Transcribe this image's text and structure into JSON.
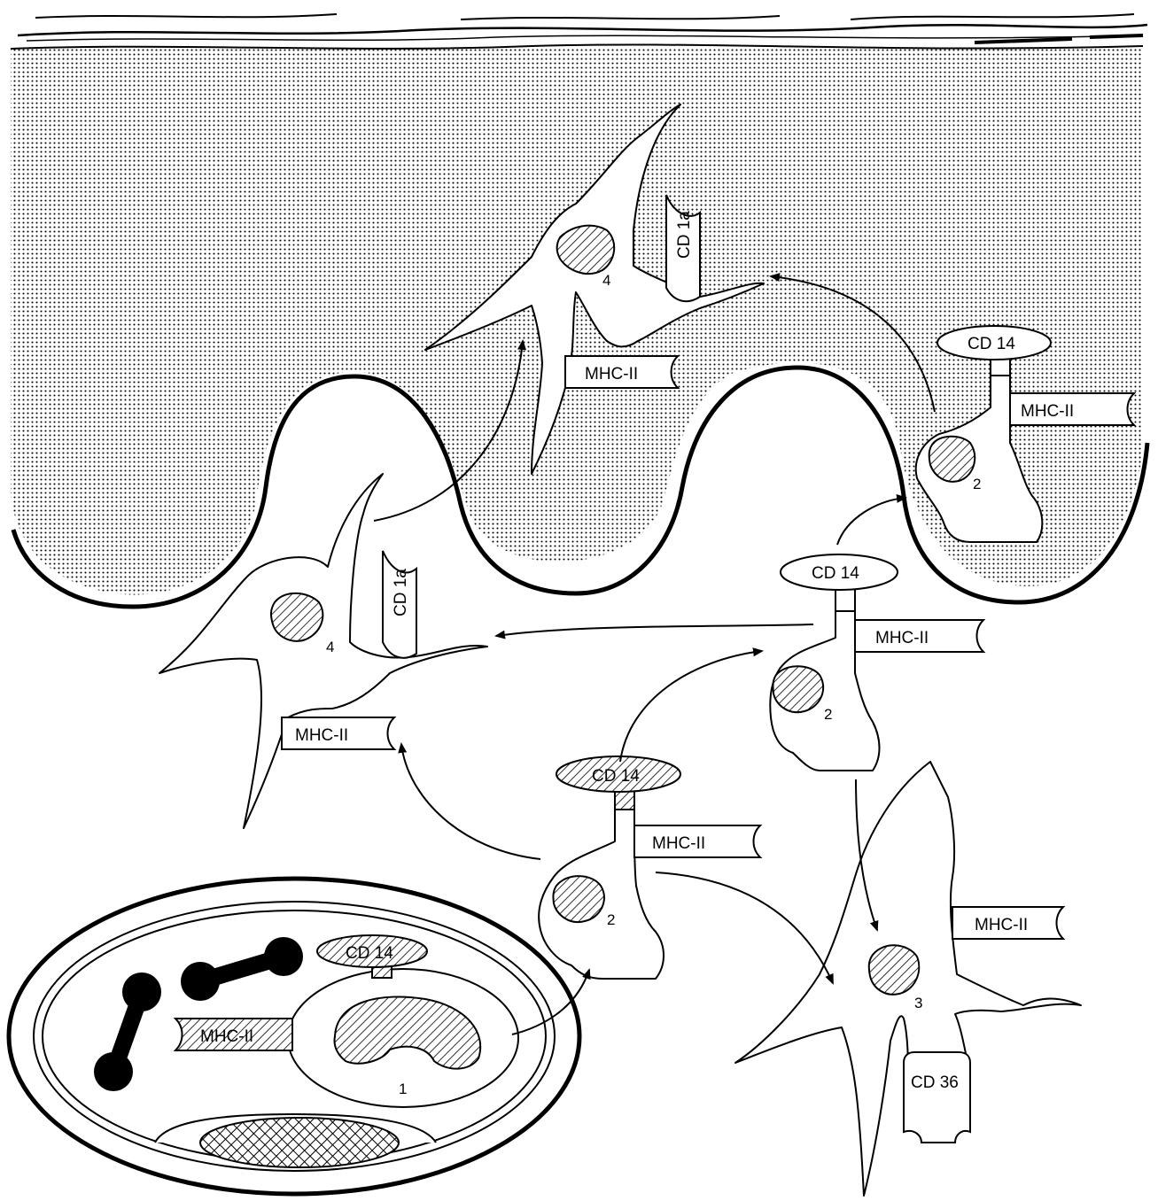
{
  "labels": {
    "cd14": "CD 14",
    "mhc2": "MHC-II",
    "cd1a": "CD 1a",
    "cd36": "CD 36"
  },
  "cell_numbers": {
    "one": "1",
    "two": "2",
    "three": "3",
    "four": "4"
  }
}
